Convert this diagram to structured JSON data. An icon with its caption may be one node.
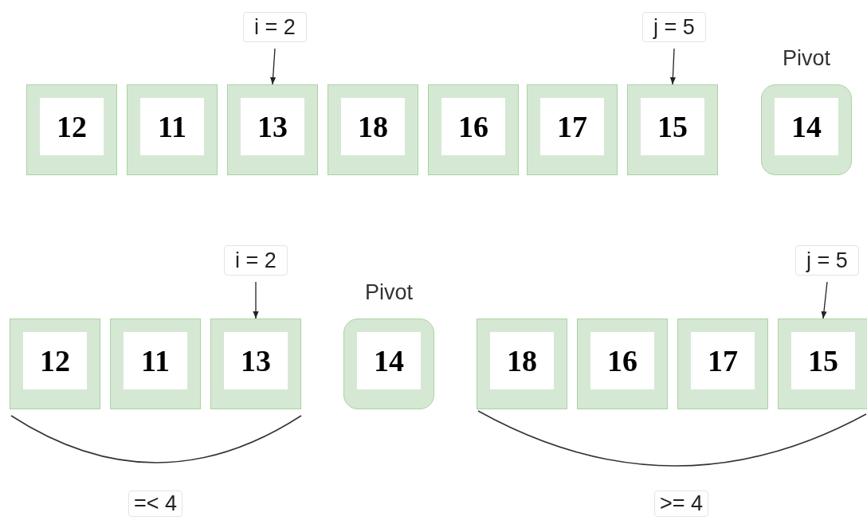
{
  "diagram": {
    "nodes": [
      {
        "text": [
          "i = 2"
        ]
      },
      {
        "text": [
          "j = 5"
        ]
      },
      {
        "text": [
          "12"
        ]
      },
      {
        "text": [
          "11"
        ]
      },
      {
        "text": [
          "13"
        ]
      },
      {
        "text": [
          "18"
        ]
      },
      {
        "text": [
          "16"
        ]
      },
      {
        "text": [
          "17"
        ]
      },
      {
        "text": [
          "15"
        ]
      },
      {
        "text": [
          "Pivot",
          "14"
        ]
      },
      {
        "text": [
          "i = 2"
        ]
      },
      {
        "text": [
          "j = 5"
        ]
      },
      {
        "text": [
          "12"
        ]
      },
      {
        "text": [
          "11"
        ]
      },
      {
        "text": [
          "13"
        ]
      },
      {
        "text": [
          "Pivot",
          "14"
        ]
      },
      {
        "text": [
          "18"
        ]
      },
      {
        "text": [
          "16"
        ]
      },
      {
        "text": [
          "17"
        ]
      },
      {
        "text": [
          "15"
        ]
      }
    ],
    "edges": [
      {
        "from": 0,
        "to": 4,
        "arrow": "to"
      },
      {
        "from": 1,
        "to": 8,
        "arrow": "to"
      },
      {
        "from": 10,
        "to": 14,
        "arrow": "to"
      },
      {
        "from": 11,
        "to": 19,
        "arrow": "to"
      }
    ],
    "labels": [
      "=< 4",
      ">= 4"
    ]
  }
}
